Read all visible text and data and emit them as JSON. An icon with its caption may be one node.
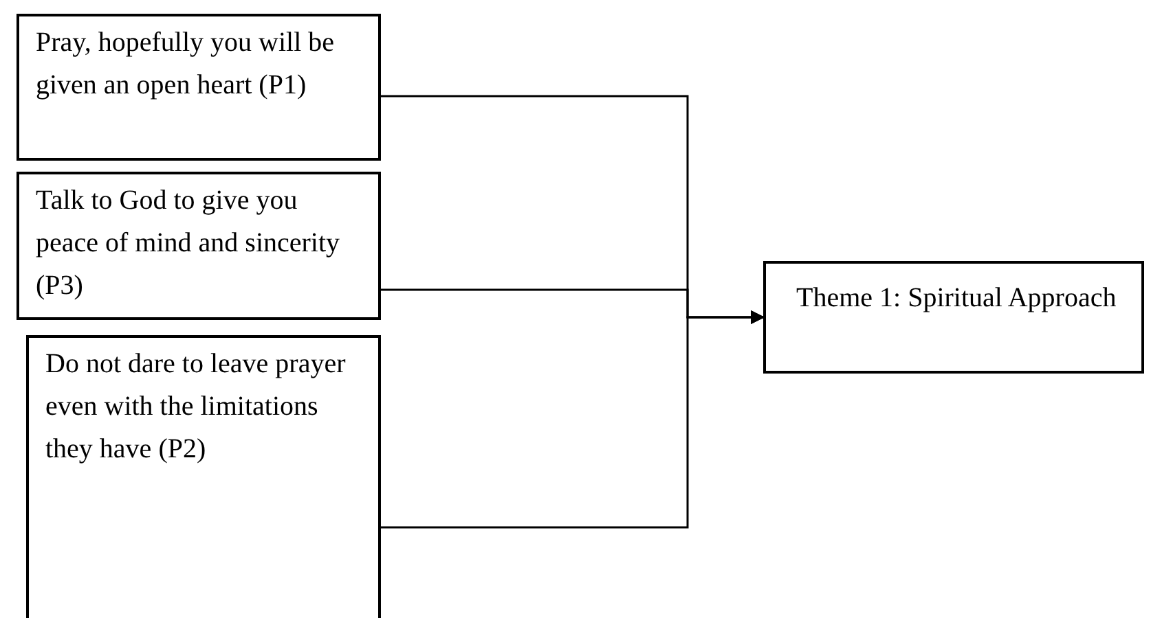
{
  "diagram": {
    "nodes": [
      {
        "text": [
          "Pray, hopefully you will be given an open heart (P1)"
        ]
      },
      {
        "text": [
          "Talk to God to give you peace of mind and sincerity (P3)"
        ]
      },
      {
        "text": [
          "Do not dare to leave prayer even with the limitations they have (P2)"
        ]
      },
      {
        "text": [
          "Theme 1: Spiritual Approach"
        ]
      }
    ],
    "edges": [
      {
        "from": 0,
        "to": 3,
        "arrow": "to"
      },
      {
        "from": 1,
        "to": 3,
        "arrow": "to"
      },
      {
        "from": 2,
        "to": 3,
        "arrow": "to"
      }
    ]
  }
}
